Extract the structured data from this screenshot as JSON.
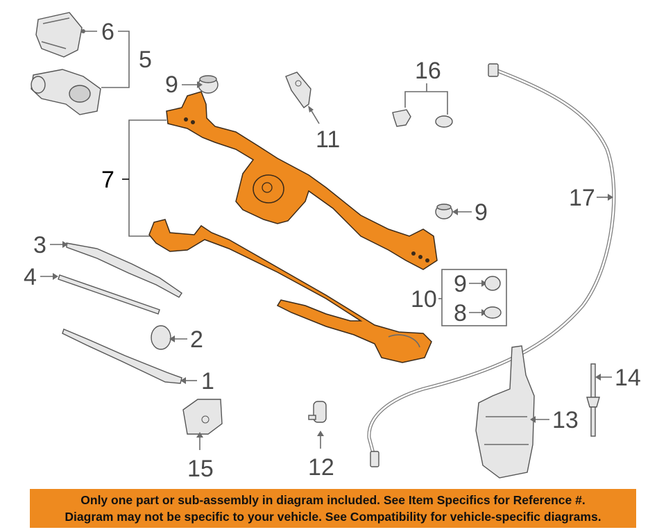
{
  "callouts": {
    "c1": "1",
    "c2": "2",
    "c3": "3",
    "c4": "4",
    "c5": "5",
    "c6": "6",
    "c7": "7",
    "c8": "8",
    "c9a": "9",
    "c9b": "9",
    "c9c": "9",
    "c10": "10",
    "c11": "11",
    "c12": "12",
    "c13": "13",
    "c14": "14",
    "c15": "15",
    "c16": "16",
    "c17": "17"
  },
  "banner": {
    "line1": "Only one part or sub-assembly in diagram included. See Item Specifics for Reference #.",
    "line2": "Diagram may not be specific to your vehicle. See Compatibility for vehicle-specific diagrams."
  },
  "colors": {
    "highlight": "#ee8a1f",
    "line": "#6a6a6a",
    "part_fill": "#e6e6e6"
  }
}
